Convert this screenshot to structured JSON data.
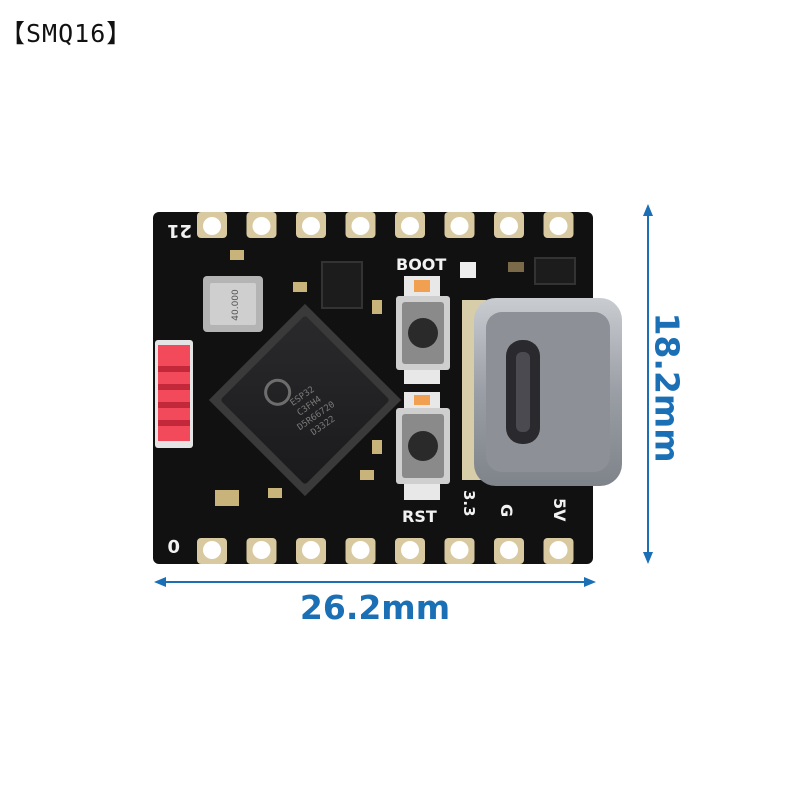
{
  "tag": "【SMQ16】",
  "dimensions": {
    "width_label": "26.2mm",
    "height_label": "18.2mm",
    "accent_color": "#1a6fb5"
  },
  "board": {
    "colors": {
      "pcb": "#111111",
      "pad": "#d9c9a0",
      "silk": "#f2f2f2",
      "usb": "#b9bcc1"
    },
    "silkscreen": {
      "pin_21": "21",
      "pin_0": "0",
      "boot": "BOOT",
      "rst": "RST",
      "pin_33": "3.3",
      "pin_g": "G",
      "pin_5v": "5V"
    },
    "chip_marking": [
      "ESP32",
      "C3FH4",
      "D5R66720",
      "D3322"
    ]
  }
}
